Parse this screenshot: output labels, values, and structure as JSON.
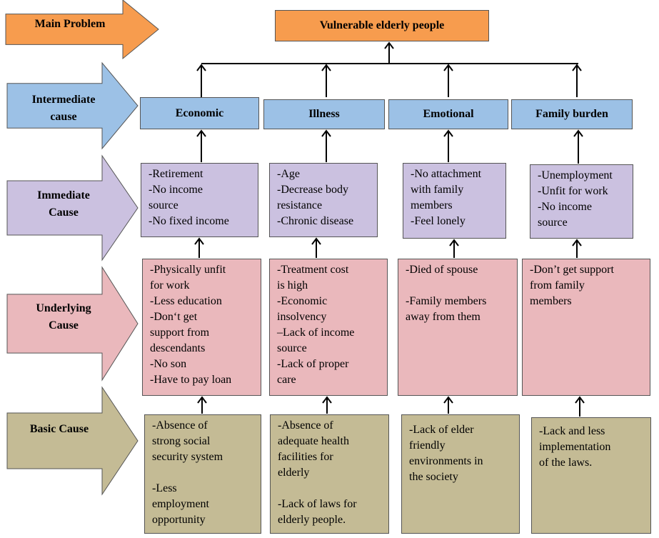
{
  "colors": {
    "main": "#f79c4e",
    "intermediate": "#9cc1e6",
    "immediate": "#cbc1e0",
    "underlying": "#eab8bc",
    "basic": "#c4bb95",
    "stroke": "#000000"
  },
  "row_labels": {
    "main": "Main Problem",
    "intermediate": "Intermediate\ncause",
    "immediate": "Immediate\nCause",
    "underlying": "Underlying\nCause",
    "basic": "Basic Cause"
  },
  "main_problem": "Vulnerable elderly people",
  "columns": [
    {
      "intermediate": "Economic",
      "immediate": [
        "-Retirement",
        "-No income\nsource",
        "-No fixed income"
      ],
      "underlying": [
        "-Physically unfit\nfor work",
        "-Less education",
        "-Don‘t get\nsupport from\ndescendants",
        "-No son",
        "-Have to pay loan"
      ],
      "basic": [
        "-Absence of\nstrong social\nsecurity system",
        "",
        "-Less\nemployment\nopportunity"
      ]
    },
    {
      "intermediate": "Illness",
      "immediate": [
        "-Age",
        "-Decrease body\nresistance",
        "-Chronic disease"
      ],
      "underlying": [
        "-Treatment cost\nis high",
        "-Economic\ninsolvency",
        "–Lack of income\nsource",
        "-Lack of proper\ncare"
      ],
      "basic": [
        "-Absence of\nadequate health\nfacilities for\nelderly",
        "",
        "-Lack of laws for\nelderly people."
      ]
    },
    {
      "intermediate": "Emotional",
      "immediate": [
        "-No attachment\nwith family\nmembers",
        "-Feel lonely"
      ],
      "underlying": [
        "-Died of spouse",
        "",
        "-Family members\naway from them"
      ],
      "basic": [
        "-Lack of elder\nfriendly\nenvironments in\nthe society"
      ]
    },
    {
      "intermediate": "Family burden",
      "immediate": [
        "-Unemployment",
        "-Unfit for work",
        "-No income\nsource"
      ],
      "underlying": [
        "-Don’t get support\nfrom family\nmembers"
      ],
      "basic": [
        "-Lack and less\nimplementation\nof the laws."
      ]
    }
  ]
}
